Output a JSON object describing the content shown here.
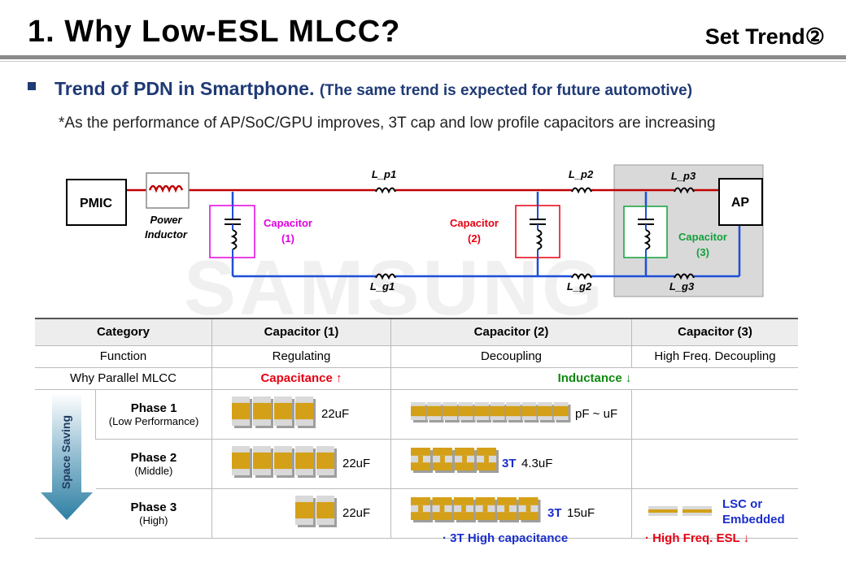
{
  "header": {
    "title": "1. Why Low-ESL MLCC?",
    "tag": "Set Trend②"
  },
  "headline": {
    "main": "Trend of PDN in Smartphone.",
    "paren": "(The same trend is expected for future automotive)"
  },
  "note": "*As the performance of AP/SoC/GPU improves, 3T cap and low profile capacitors are increasing",
  "watermark": "SAMSUNG",
  "circuit": {
    "pmic": "PMIC",
    "ap": "AP",
    "inductor_line1": "Power",
    "inductor_line2": "Inductor",
    "lp1": "L_p1",
    "lp2": "L_p2",
    "lp3": "L_p3",
    "lg1": "L_g1",
    "lg2": "L_g2",
    "lg3": "L_g3",
    "cap1_line1": "Capacitor",
    "cap1_line2": "(1)",
    "cap2_line1": "Capacitor",
    "cap2_line2": "(2)",
    "cap3_line1": "Capacitor",
    "cap3_line2": "(3)",
    "colors": {
      "power_line": "#c00000",
      "ground_line": "#1f4ed8",
      "cap1": "#e000e0",
      "cap2": "#e60012",
      "cap3": "#14a03c",
      "chip": "#d4a017"
    }
  },
  "table": {
    "headers": [
      "Category",
      "Capacitor (1)",
      "Capacitor (2)",
      "Capacitor (3)"
    ],
    "function_row": [
      "Function",
      "Regulating",
      "Decoupling",
      "High Freq. Decoupling"
    ],
    "why_row": {
      "label": "Why Parallel MLCC",
      "cap1": "Capacitance ↑",
      "cap23": "Inductance ↓"
    },
    "arrow_label": "Space Saving",
    "phases": [
      {
        "name": "Phase 1",
        "sub": "(Low Performance)",
        "cap1_value": "22uF",
        "cap2_prefix": "",
        "cap2_value": "pF ~ uF",
        "cap3": ""
      },
      {
        "name": "Phase 2",
        "sub": "(Middle)",
        "cap1_value": "22uF",
        "cap2_prefix": "3T",
        "cap2_value": "4.3uF",
        "cap3": ""
      },
      {
        "name": "Phase 3",
        "sub": "(High)",
        "cap1_value": "22uF",
        "cap2_prefix": "3T",
        "cap2_value": "15uF",
        "cap3_line1": "LSC or",
        "cap3_line2": "Embedded"
      }
    ]
  },
  "footnotes": {
    "left": "· 3T High capacitance",
    "right": "· High Freq. ESL ↓"
  }
}
